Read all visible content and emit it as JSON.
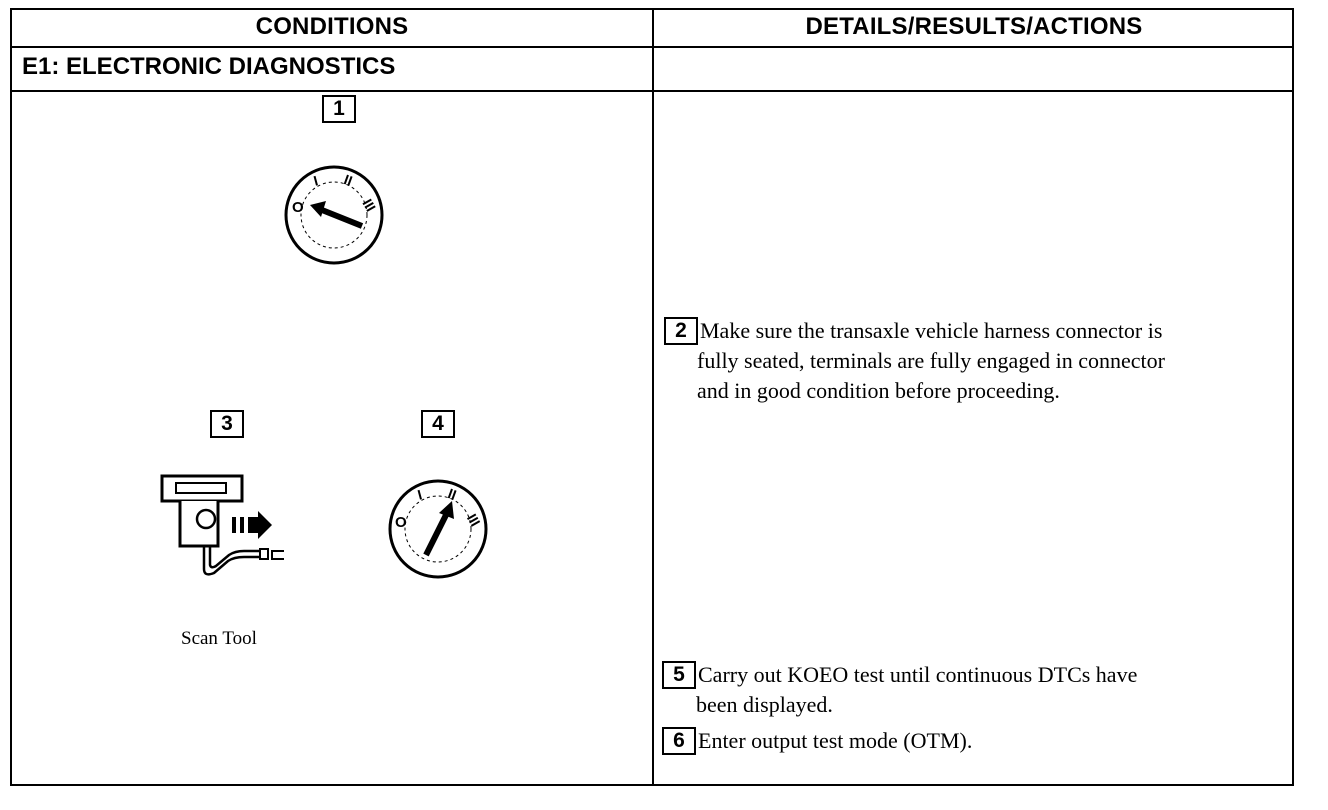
{
  "header": {
    "conditions": "CONDITIONS",
    "details": "DETAILS/RESULTS/ACTIONS"
  },
  "section": {
    "title": "E1: ELECTRONIC DIAGNOSTICS"
  },
  "conditions": {
    "step1": {
      "number": "1",
      "icon": "ignition-off-icon"
    },
    "step3": {
      "number": "3",
      "icon": "scan-tool-icon",
      "caption": "Scan Tool"
    },
    "step4": {
      "number": "4",
      "icon": "ignition-on-icon"
    }
  },
  "details": {
    "step2": {
      "number": "2",
      "lines": [
        "Make sure the transaxle vehicle harness connector is",
        "fully seated, terminals are fully engaged in connector",
        "and in good condition before proceeding."
      ]
    },
    "step5": {
      "number": "5",
      "lines": [
        "Carry out KOEO test until continuous DTCs have",
        "been displayed."
      ]
    },
    "step6": {
      "number": "6",
      "lines": [
        "Enter output test mode (OTM)."
      ]
    }
  },
  "ignition_labels": [
    "O",
    "I",
    "II",
    "III"
  ]
}
